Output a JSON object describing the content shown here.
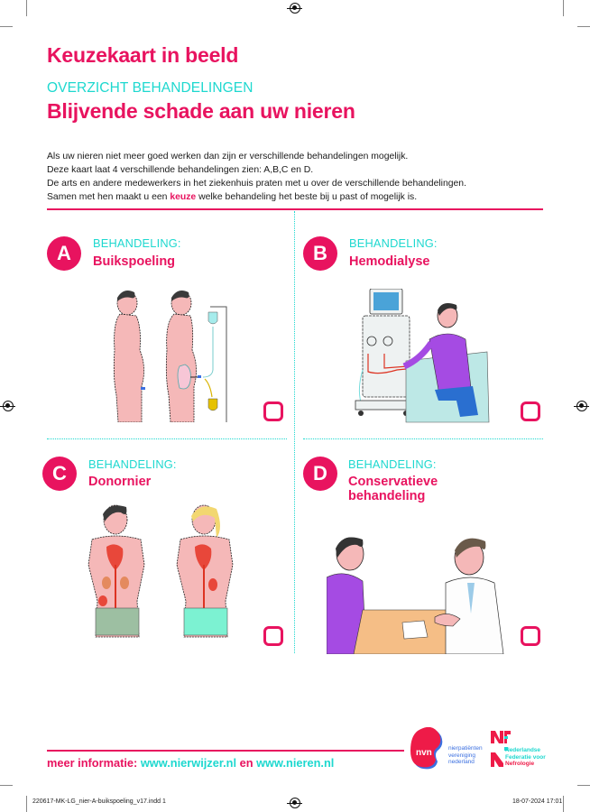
{
  "header": {
    "title": "Keuzekaart in beeld",
    "subtitle": "OVERZICHT BEHANDELINGEN",
    "heading": "Blijvende schade aan uw nieren"
  },
  "intro": {
    "line1": "Als uw nieren niet meer goed werken dan zijn er verschillende behandelingen mogelijk.",
    "line2": "Deze kaart laat 4 verschillende behandelingen zien: A,B,C en D.",
    "line3": "De arts en andere medewerkers in het ziekenhuis praten met u over de verschillende behandelingen.",
    "line4_before": "Samen met hen maakt u een ",
    "line4_keyword": "keuze",
    "line4_after": " welke behandeling het beste bij u past of mogelijk is."
  },
  "cards": [
    {
      "letter": "A",
      "label": "BEHANDELING:",
      "title": "Buikspoeling",
      "illustration": "peritoneal-dialysis",
      "checked": false
    },
    {
      "letter": "B",
      "label": "BEHANDELING:",
      "title": "Hemodialyse",
      "illustration": "hemodialysis-machine",
      "checked": false
    },
    {
      "letter": "C",
      "label": "BEHANDELING:",
      "title": "Donornier",
      "illustration": "kidney-transplant",
      "checked": false
    },
    {
      "letter": "D",
      "label": "BEHANDELING:",
      "title": "Conservatieve behandeling",
      "illustration": "doctor-consultation",
      "checked": false
    }
  ],
  "footer": {
    "prefix": "meer informatie: ",
    "link1": "www.nierwijzer.nl",
    "conjunction": " en ",
    "link2": "www.nieren.nl",
    "logos": {
      "nvn": {
        "mark": "nvn",
        "line1": "nierpatiënten",
        "line2": "vereniging",
        "line3": "nederland"
      },
      "nfn": {
        "line1": "Nederlandse",
        "line2": "Federatie voor",
        "line3": "Nefrologie"
      }
    }
  },
  "slug": {
    "file": "220617-MK-LG_nier-A-buikspoeling_v17.indd   1",
    "datetime": "18-07-2024   17:01"
  },
  "colors": {
    "pink": "#e8135f",
    "turquoise": "#1ed8cf",
    "text": "#1a1a1a"
  }
}
